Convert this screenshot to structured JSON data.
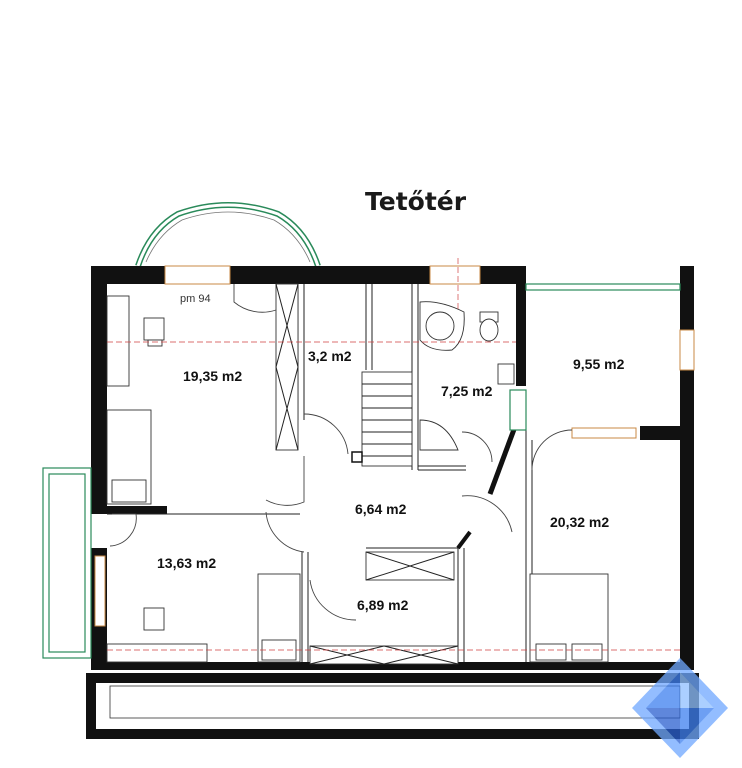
{
  "plan": {
    "title": "Tetőtér",
    "note": "pm 94",
    "rooms": [
      {
        "id": "room-bedroom-nw",
        "area": "19,35 m2"
      },
      {
        "id": "room-storage",
        "area": "3,2 m2"
      },
      {
        "id": "room-bathroom",
        "area": "7,25 m2"
      },
      {
        "id": "room-ne",
        "area": "9,55 m2"
      },
      {
        "id": "room-hall",
        "area": "6,64 m2"
      },
      {
        "id": "room-bedroom-se",
        "area": "20,32 m2"
      },
      {
        "id": "room-bedroom-sw",
        "area": "13,63 m2"
      },
      {
        "id": "room-wardrobe",
        "area": "6,89 m2"
      }
    ]
  },
  "colors": {
    "walls": "#111111",
    "windows": "#2a8a5a",
    "window_sills": "#c98a45",
    "section_lines": "#d04040",
    "watermark": "#3d7ff0"
  },
  "watermark": {
    "icon": "diamond-logo-icon"
  }
}
